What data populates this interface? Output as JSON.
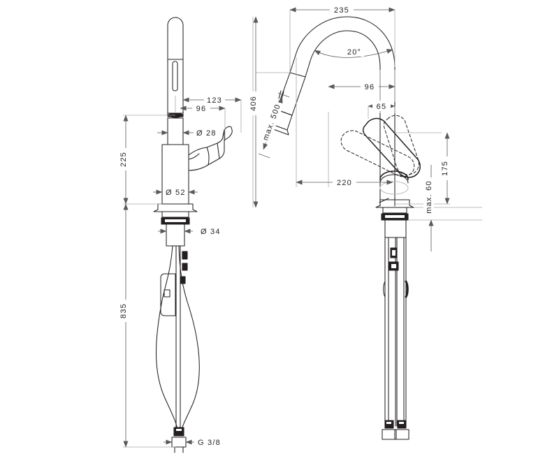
{
  "document": {
    "type": "technical-dimension-drawing",
    "subject": "pull-out kitchen mixer tap",
    "background_color": "#ffffff",
    "line_color": "#231f20",
    "dimension_color": "#58595b",
    "units": "mm"
  },
  "views": [
    {
      "id": "left-view",
      "name": "side-elevation-with-pull-out-hose",
      "description": "side view of mixer with vertical spout and coiled pull-out hose below counter"
    },
    {
      "id": "right-view",
      "name": "front-elevation-gooseneck",
      "description": "view of gooseneck spout with swivel range and straight supply hoses"
    }
  ],
  "dimensions": {
    "left_view": [
      {
        "name": "spout-projection-total",
        "label": "123",
        "orientation": "horizontal"
      },
      {
        "name": "spout-projection-inner",
        "label": "96",
        "orientation": "horizontal"
      },
      {
        "name": "spout-tube-diameter",
        "label": "Ø 28",
        "orientation": "horizontal"
      },
      {
        "name": "body-diameter",
        "label": "Ø 52",
        "orientation": "horizontal"
      },
      {
        "name": "shank-diameter",
        "label": "Ø 34",
        "orientation": "horizontal"
      },
      {
        "name": "height-to-deck",
        "label": "225",
        "orientation": "vertical"
      },
      {
        "name": "hose-length-below-deck",
        "label": "835",
        "orientation": "vertical"
      },
      {
        "name": "supply-thread",
        "label": "G 3/8",
        "orientation": "horizontal"
      }
    ],
    "right_view": [
      {
        "name": "overall-reach",
        "label": "235",
        "orientation": "horizontal"
      },
      {
        "name": "swivel-angle",
        "label": "20°",
        "orientation": "arc"
      },
      {
        "name": "handle-clearance-upper",
        "label": "96",
        "orientation": "horizontal"
      },
      {
        "name": "handle-clearance-lower",
        "label": "65",
        "orientation": "horizontal"
      },
      {
        "name": "spout-to-center",
        "label": "220",
        "orientation": "horizontal"
      },
      {
        "name": "overall-height",
        "label": "406",
        "orientation": "vertical"
      },
      {
        "name": "pull-out-hose-extension",
        "label": "max. 500",
        "orientation": "diagonal"
      },
      {
        "name": "handle-height",
        "label": "175",
        "orientation": "vertical"
      },
      {
        "name": "max-deck-thickness",
        "label": "max. 60",
        "orientation": "vertical"
      }
    ]
  }
}
